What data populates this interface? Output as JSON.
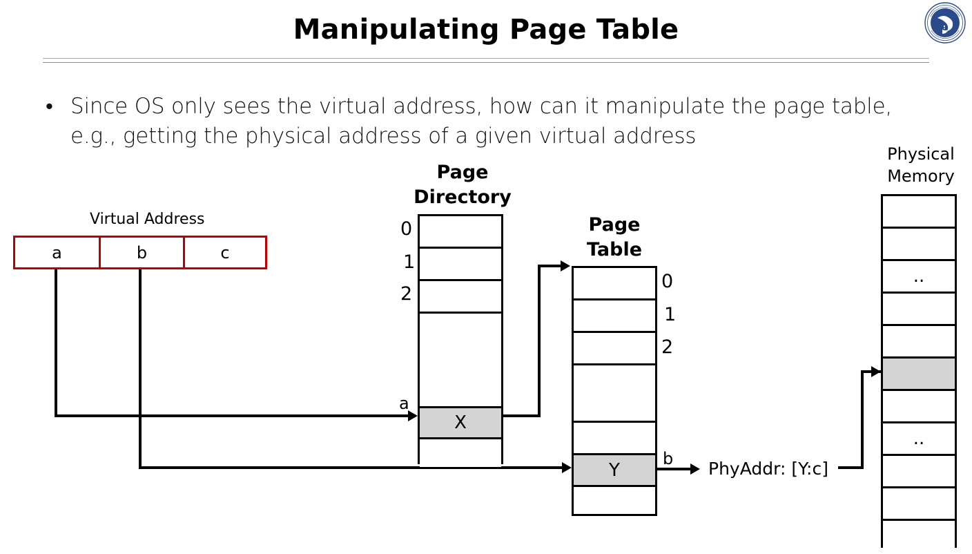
{
  "slide": {
    "title": "Manipulating Page Table",
    "logo_name": "university-seal-logo",
    "bullet_marker": "•",
    "bullet_text": "Since OS only sees the virtual address, how can it manipulate the page table, e.g., getting the physical address of a given virtual address"
  },
  "diagram": {
    "virtual_address": {
      "caption": "Virtual Address",
      "border_color": "#c00000",
      "fields": [
        "a",
        "b",
        "c"
      ]
    },
    "page_directory": {
      "title_line1": "Page",
      "title_line2": "Directory",
      "index_labels": [
        "0",
        "1",
        "2"
      ],
      "entry_label": "a",
      "entries": [
        "",
        "",
        "",
        "",
        "X",
        ""
      ],
      "highlight_index": 4,
      "highlight_value": "X",
      "highlight_color": "#d4d4d4"
    },
    "page_table": {
      "title_line1": "Page",
      "title_table": "Table",
      "index_labels": [
        "0",
        "1",
        "2"
      ],
      "entry_label": "b",
      "entries": [
        "",
        "",
        "",
        "",
        "",
        "Y",
        ""
      ],
      "highlight_index": 5,
      "highlight_value": "Y",
      "highlight_color": "#d4d4d4"
    },
    "physical_address_note": "PhyAddr: [Y:c]",
    "physical_memory": {
      "title_line1": "Physical",
      "title_line2": "Memory",
      "cells": [
        "",
        "",
        "..",
        "",
        "",
        "",
        "",
        "..",
        "",
        "",
        ""
      ],
      "highlight_index": 5,
      "highlight_color": "#d4d4d4",
      "ellipsis_indices": [
        2,
        7
      ]
    }
  }
}
